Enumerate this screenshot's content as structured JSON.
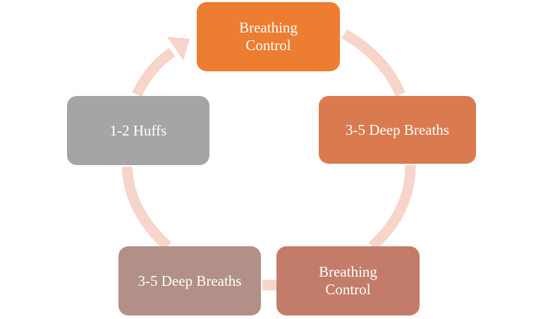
{
  "diagram": {
    "type": "cycle",
    "arrow_color": "#F7D5CA",
    "nodes": [
      {
        "label": "Breathing\nControl",
        "color": "#ED7D31"
      },
      {
        "label": "3-5 Deep Breaths",
        "color": "#D97B4F"
      },
      {
        "label": "Breathing\nControl",
        "color": "#C47C6A"
      },
      {
        "label": "3-5 Deep Breaths",
        "color": "#B28F87"
      },
      {
        "label": "1-2 Huffs",
        "color": "#A5A5A5"
      }
    ]
  }
}
